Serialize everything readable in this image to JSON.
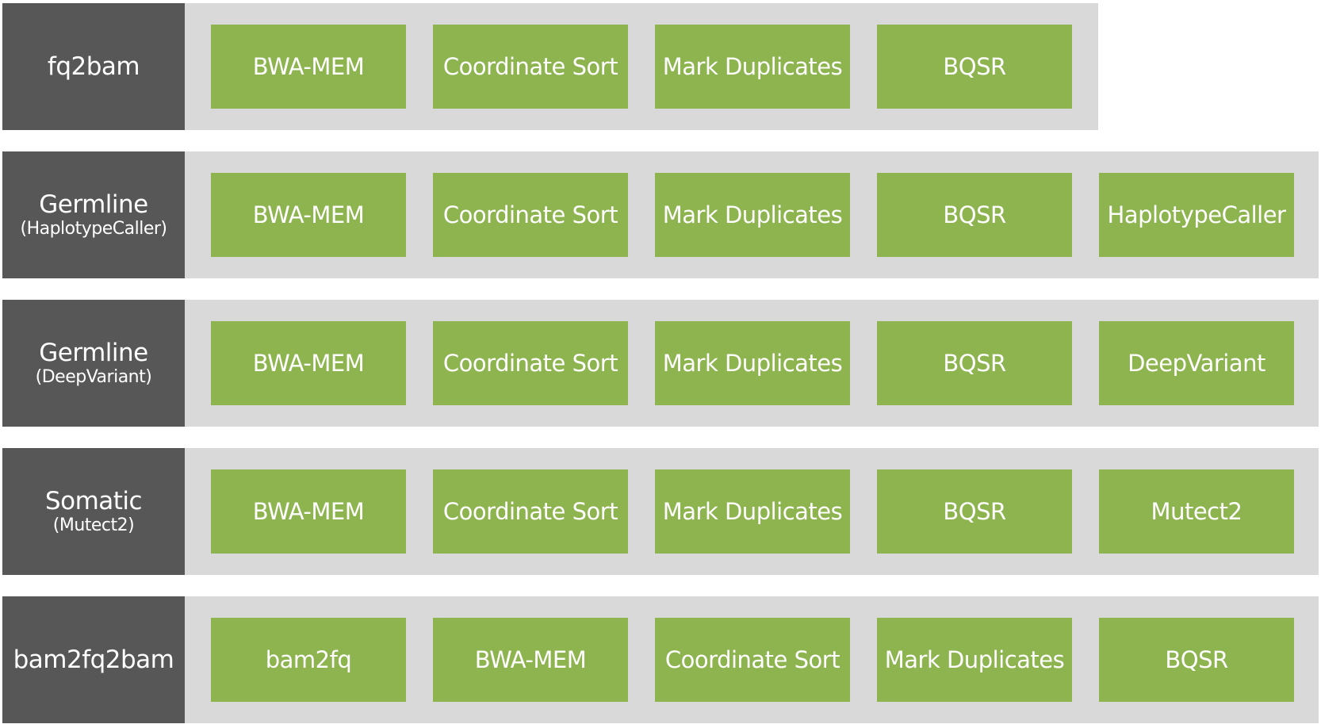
{
  "colors": {
    "label_bg": "#575757",
    "track_bg": "#d9d9d9",
    "step_bg": "#8db44e",
    "text": "#ffffff"
  },
  "pipelines": [
    {
      "name": "fq2bam",
      "sub": "",
      "steps": [
        "BWA-MEM",
        "Coordinate Sort",
        "Mark Duplicates",
        "BQSR"
      ]
    },
    {
      "name": "Germline",
      "sub": "(HaplotypeCaller)",
      "steps": [
        "BWA-MEM",
        "Coordinate Sort",
        "Mark Duplicates",
        "BQSR",
        "HaplotypeCaller"
      ]
    },
    {
      "name": "Germline",
      "sub": "(DeepVariant)",
      "steps": [
        "BWA-MEM",
        "Coordinate Sort",
        "Mark Duplicates",
        "BQSR",
        "DeepVariant"
      ]
    },
    {
      "name": "Somatic",
      "sub": "(Mutect2)",
      "steps": [
        "BWA-MEM",
        "Coordinate Sort",
        "Mark Duplicates",
        "BQSR",
        "Mutect2"
      ]
    },
    {
      "name": "bam2fq2bam",
      "sub": "",
      "steps": [
        "bam2fq",
        "BWA-MEM",
        "Coordinate Sort",
        "Mark Duplicates",
        "BQSR"
      ]
    }
  ]
}
